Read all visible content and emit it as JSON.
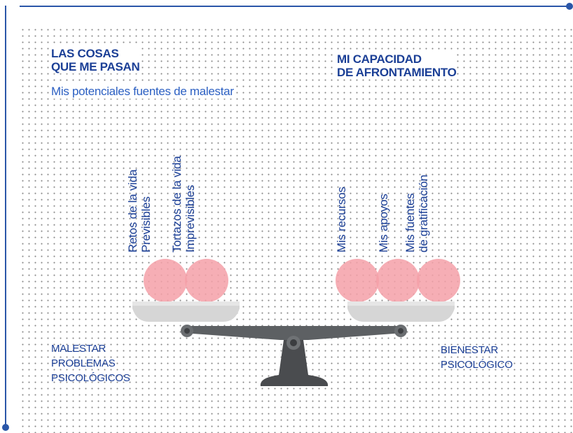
{
  "left_title": [
    "LAS COSAS",
    "QUE ME PASAN"
  ],
  "left_subtitle": "Mis potenciales fuentes de malestar",
  "right_title": [
    "MI CAPACIDAD",
    "DE AFRONTAMIENTO"
  ],
  "left_items": [
    {
      "line1": "Retos de la vida",
      "line2": "Previsibles"
    },
    {
      "line1": "Tortazos de la vida",
      "line2": "Imprevisibles"
    }
  ],
  "right_items": [
    {
      "line1": "Mis recursos"
    },
    {
      "line1": "Mis apoyos"
    },
    {
      "line1": "Mis fuentes",
      "line2": "de gratificación"
    }
  ],
  "left_outcome": [
    "MALESTAR",
    "PROBLEMAS",
    "PSICOLÓGICOS"
  ],
  "right_outcome": [
    "BIENESTAR",
    "PSICOLÓGICO"
  ],
  "colors": {
    "frame": "#2a56a8",
    "title": "#1b3f96",
    "subtitle": "#2b5fc2",
    "ball": "#f4a0a8",
    "pan": "#d9d9d9",
    "beam": "#5d6063"
  }
}
